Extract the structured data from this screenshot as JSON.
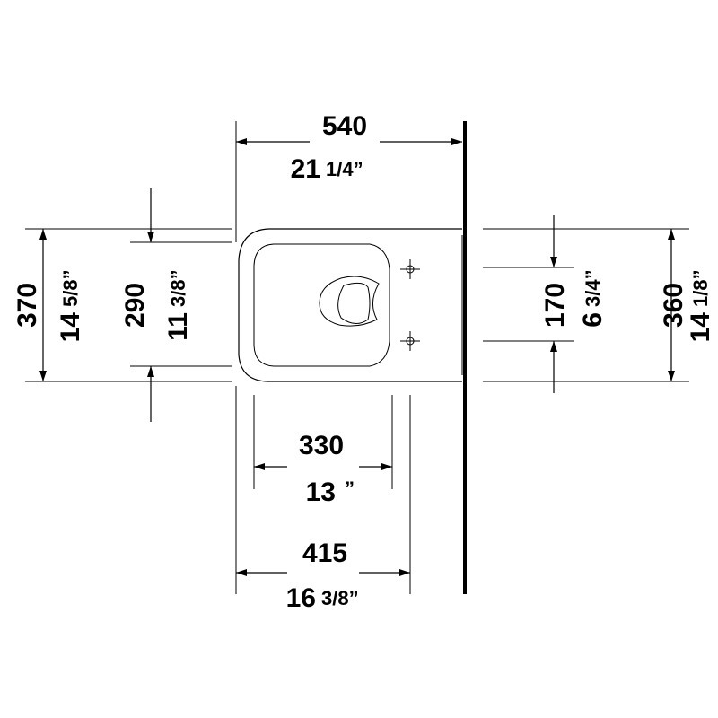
{
  "dimensions": {
    "width_total": {
      "mm": "540",
      "in_whole": "21",
      "in_frac": "1/4”"
    },
    "depth_total": {
      "mm": "370",
      "in_whole": "14",
      "in_frac": "5/8”"
    },
    "bowl_depth": {
      "mm": "290",
      "in_whole": "11",
      "in_frac": "3/8”"
    },
    "fixing_spacing": {
      "mm": "170",
      "in_whole": "6",
      "in_frac": "3/4”"
    },
    "bowl_width_back": {
      "mm": "360",
      "in_whole": "14",
      "in_frac": "1/8”"
    },
    "fixing_to_front": {
      "mm": "330",
      "in_whole": "13",
      "in_frac": "”"
    },
    "bowl_to_front": {
      "mm": "415",
      "in_whole": "16",
      "in_frac": "3/8”"
    }
  },
  "colors": {
    "ink": "#000000",
    "background": "#ffffff"
  }
}
